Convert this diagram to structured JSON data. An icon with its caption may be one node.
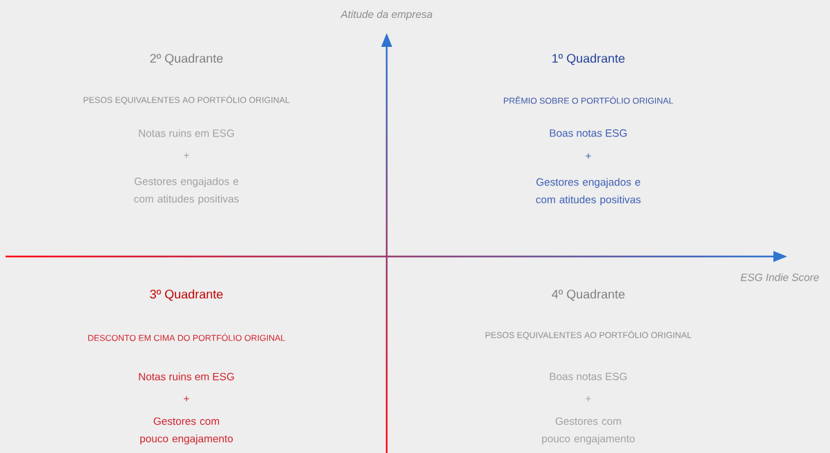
{
  "diagram": {
    "labels": [
      "Atitude da empresa",
      "2º Quadrante",
      "PESOS EQUIVALENTES AO PORTFÓLIO ORIGINAL",
      "Notas ruins em ESG",
      "+",
      "Gestores engajados e com atitudes positivas",
      "1º Quadrante",
      "PRÊMIO SOBRE O PORTFÓLIO ORIGINAL",
      "Boas notas ESG",
      "+",
      "Gestores engajados e com atitudes positivas",
      "ESG Indie Score",
      "3º Quadrante",
      "DESCONTO EM CIMA DO PORTFÓLIO ORIGINAL",
      "Notas ruins em ESG",
      "+",
      "Gestores com pouco engajamento",
      "4º Quadrante",
      "PESOS EQUIVALENTES AO PORTFÓLIO ORIGINAL",
      "Boas notas ESG",
      "+",
      "Gestores com pouco engajamento"
    ]
  }
}
